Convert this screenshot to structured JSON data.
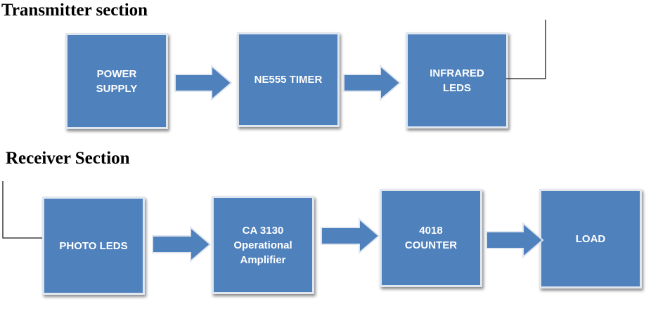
{
  "transmitter": {
    "title": "Transmitter section",
    "blocks": {
      "power_supply": "POWER\nSUPPLY",
      "ne555_timer": "NE555 TIMER",
      "infrared_leds": "INFRARED\nLEDS"
    }
  },
  "receiver": {
    "title": "Receiver Section",
    "blocks": {
      "photo_leds": "PHOTO LEDS",
      "op_amp": "CA 3130\nOperational\nAmplifier",
      "counter": "4018\nCOUNTER",
      "load": "LOAD"
    }
  },
  "colors": {
    "block_fill": "#4f81bd",
    "block_border": "#dfe6ef",
    "arrow_fill": "#4f81bd",
    "connector_line": "#1a1a1a"
  },
  "icons": {
    "flow_arrow": "right-arrow-icon"
  }
}
